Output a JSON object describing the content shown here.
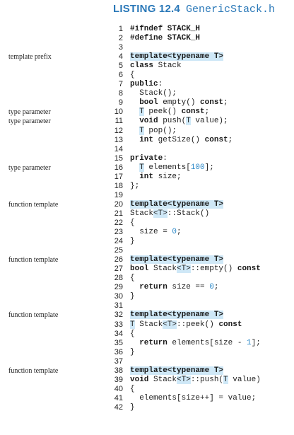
{
  "header": {
    "listing": "LISTING 12.4",
    "filename": "GenericStack.h"
  },
  "colors": {
    "accent": "#2a78b8",
    "highlight": "#cfe8f7",
    "number": "#2a88c8"
  },
  "code": [
    {
      "n": "1",
      "ann": "",
      "segs": [
        {
          "t": "#ifndef STACK_H",
          "c": "kw"
        }
      ]
    },
    {
      "n": "2",
      "ann": "",
      "segs": [
        {
          "t": "#define STACK_H",
          "c": "kw"
        }
      ]
    },
    {
      "n": "3",
      "ann": "",
      "segs": []
    },
    {
      "n": "4",
      "ann": "template prefix",
      "segs": [
        {
          "t": "template<typename T>",
          "c": "kw hl"
        }
      ]
    },
    {
      "n": "5",
      "ann": "",
      "segs": [
        {
          "t": "class",
          "c": "kw"
        },
        {
          "t": " Stack"
        }
      ]
    },
    {
      "n": "6",
      "ann": "",
      "segs": [
        {
          "t": "{"
        }
      ]
    },
    {
      "n": "7",
      "ann": "",
      "segs": [
        {
          "t": "public",
          "c": "kw"
        },
        {
          "t": ":"
        }
      ]
    },
    {
      "n": "8",
      "ann": "",
      "segs": [
        {
          "t": "  Stack();"
        }
      ]
    },
    {
      "n": "9",
      "ann": "",
      "segs": [
        {
          "t": "  "
        },
        {
          "t": "bool",
          "c": "kw"
        },
        {
          "t": " empty() "
        },
        {
          "t": "const",
          "c": "kw"
        },
        {
          "t": ";"
        }
      ]
    },
    {
      "n": "10",
      "ann": "type parameter",
      "segs": [
        {
          "t": "  "
        },
        {
          "t": "T",
          "c": "hl"
        },
        {
          "t": " peek() "
        },
        {
          "t": "const",
          "c": "kw"
        },
        {
          "t": ";"
        }
      ]
    },
    {
      "n": "11",
      "ann": "type parameter",
      "segs": [
        {
          "t": "  "
        },
        {
          "t": "void",
          "c": "kw"
        },
        {
          "t": " push("
        },
        {
          "t": "T",
          "c": "hl"
        },
        {
          "t": " value);"
        }
      ]
    },
    {
      "n": "12",
      "ann": "",
      "segs": [
        {
          "t": "  "
        },
        {
          "t": "T",
          "c": "hl"
        },
        {
          "t": " pop();"
        }
      ]
    },
    {
      "n": "13",
      "ann": "",
      "segs": [
        {
          "t": "  "
        },
        {
          "t": "int",
          "c": "kw"
        },
        {
          "t": " getSize() "
        },
        {
          "t": "const",
          "c": "kw"
        },
        {
          "t": ";"
        }
      ]
    },
    {
      "n": "14",
      "ann": "",
      "segs": []
    },
    {
      "n": "15",
      "ann": "",
      "segs": [
        {
          "t": "private",
          "c": "kw"
        },
        {
          "t": ":"
        }
      ]
    },
    {
      "n": "16",
      "ann": "type parameter",
      "segs": [
        {
          "t": "  "
        },
        {
          "t": "T",
          "c": "hl"
        },
        {
          "t": " elements["
        },
        {
          "t": "100",
          "c": "num"
        },
        {
          "t": "];"
        }
      ]
    },
    {
      "n": "17",
      "ann": "",
      "segs": [
        {
          "t": "  "
        },
        {
          "t": "int",
          "c": "kw"
        },
        {
          "t": " size;"
        }
      ]
    },
    {
      "n": "18",
      "ann": "",
      "segs": [
        {
          "t": "};"
        }
      ]
    },
    {
      "n": "19",
      "ann": "",
      "segs": []
    },
    {
      "n": "20",
      "ann": "function template",
      "segs": [
        {
          "t": "template<typename T>",
          "c": "kw hl"
        }
      ]
    },
    {
      "n": "21",
      "ann": "",
      "segs": [
        {
          "t": "Stack"
        },
        {
          "t": "<T>",
          "c": "hl"
        },
        {
          "t": "::Stack()"
        }
      ]
    },
    {
      "n": "22",
      "ann": "",
      "segs": [
        {
          "t": "{"
        }
      ]
    },
    {
      "n": "23",
      "ann": "",
      "segs": [
        {
          "t": "  size = "
        },
        {
          "t": "0",
          "c": "num"
        },
        {
          "t": ";"
        }
      ]
    },
    {
      "n": "24",
      "ann": "",
      "segs": [
        {
          "t": "}"
        }
      ]
    },
    {
      "n": "25",
      "ann": "",
      "segs": []
    },
    {
      "n": "26",
      "ann": "function template",
      "segs": [
        {
          "t": "template<typename T>",
          "c": "kw hl"
        }
      ]
    },
    {
      "n": "27",
      "ann": "",
      "segs": [
        {
          "t": "bool",
          "c": "kw"
        },
        {
          "t": " Stack"
        },
        {
          "t": "<T>",
          "c": "hl"
        },
        {
          "t": "::empty() "
        },
        {
          "t": "const",
          "c": "kw"
        }
      ]
    },
    {
      "n": "28",
      "ann": "",
      "segs": [
        {
          "t": "{"
        }
      ]
    },
    {
      "n": "29",
      "ann": "",
      "segs": [
        {
          "t": "  "
        },
        {
          "t": "return",
          "c": "kw"
        },
        {
          "t": " size == "
        },
        {
          "t": "0",
          "c": "num"
        },
        {
          "t": ";"
        }
      ]
    },
    {
      "n": "30",
      "ann": "",
      "segs": [
        {
          "t": "}"
        }
      ]
    },
    {
      "n": "31",
      "ann": "",
      "segs": []
    },
    {
      "n": "32",
      "ann": "function template",
      "segs": [
        {
          "t": "template<typename T>",
          "c": "kw hl"
        }
      ]
    },
    {
      "n": "33",
      "ann": "",
      "segs": [
        {
          "t": "T",
          "c": "hl"
        },
        {
          "t": " Stack"
        },
        {
          "t": "<T>",
          "c": "hl"
        },
        {
          "t": "::peek() "
        },
        {
          "t": "const",
          "c": "kw"
        }
      ]
    },
    {
      "n": "34",
      "ann": "",
      "segs": [
        {
          "t": "{"
        }
      ]
    },
    {
      "n": "35",
      "ann": "",
      "segs": [
        {
          "t": "  "
        },
        {
          "t": "return",
          "c": "kw"
        },
        {
          "t": " elements[size - "
        },
        {
          "t": "1",
          "c": "num"
        },
        {
          "t": "];"
        }
      ]
    },
    {
      "n": "36",
      "ann": "",
      "segs": [
        {
          "t": "}"
        }
      ]
    },
    {
      "n": "37",
      "ann": "",
      "segs": []
    },
    {
      "n": "38",
      "ann": "function template",
      "segs": [
        {
          "t": "template<typename T>",
          "c": "kw hl"
        }
      ]
    },
    {
      "n": "39",
      "ann": "",
      "segs": [
        {
          "t": "void",
          "c": "kw"
        },
        {
          "t": " Stack"
        },
        {
          "t": "<T>",
          "c": "hl"
        },
        {
          "t": "::push("
        },
        {
          "t": "T",
          "c": "hl"
        },
        {
          "t": " value)"
        }
      ]
    },
    {
      "n": "40",
      "ann": "",
      "segs": [
        {
          "t": "{"
        }
      ]
    },
    {
      "n": "41",
      "ann": "",
      "segs": [
        {
          "t": "  elements[size++] = value;"
        }
      ]
    },
    {
      "n": "42",
      "ann": "",
      "segs": [
        {
          "t": "}"
        }
      ]
    }
  ]
}
